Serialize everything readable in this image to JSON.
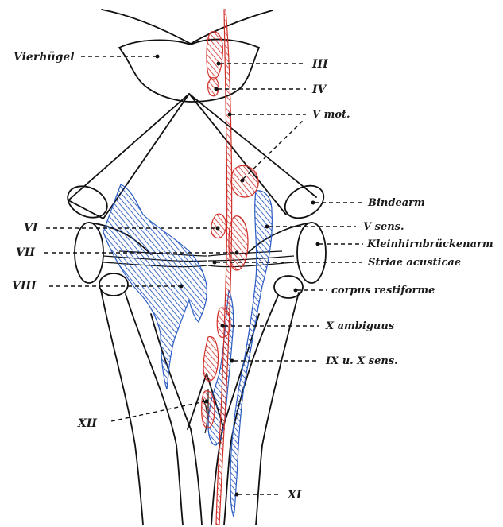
{
  "labels": {
    "vierhugel": "Vierhügel",
    "iii": "III",
    "iv": "IV",
    "v_mot": "V mot.",
    "bindearm": "Bindearm",
    "v_sens": "V sens.",
    "kleinhirn": "Kleinhirnbrückenarm",
    "striae": "Striae acusticae",
    "corpus": "corpus restiforme",
    "x_ambiguus": "X ambiguus",
    "ix_x_sens": "IX u. X sens.",
    "xi": "XI",
    "vi": "VI",
    "vii": "VII",
    "viii": "VIII",
    "xii": "XII"
  },
  "colors": {
    "motor_nuclei": "#d0302a",
    "sensory_nuclei": "#2b5cc2",
    "outline": "#111111"
  }
}
